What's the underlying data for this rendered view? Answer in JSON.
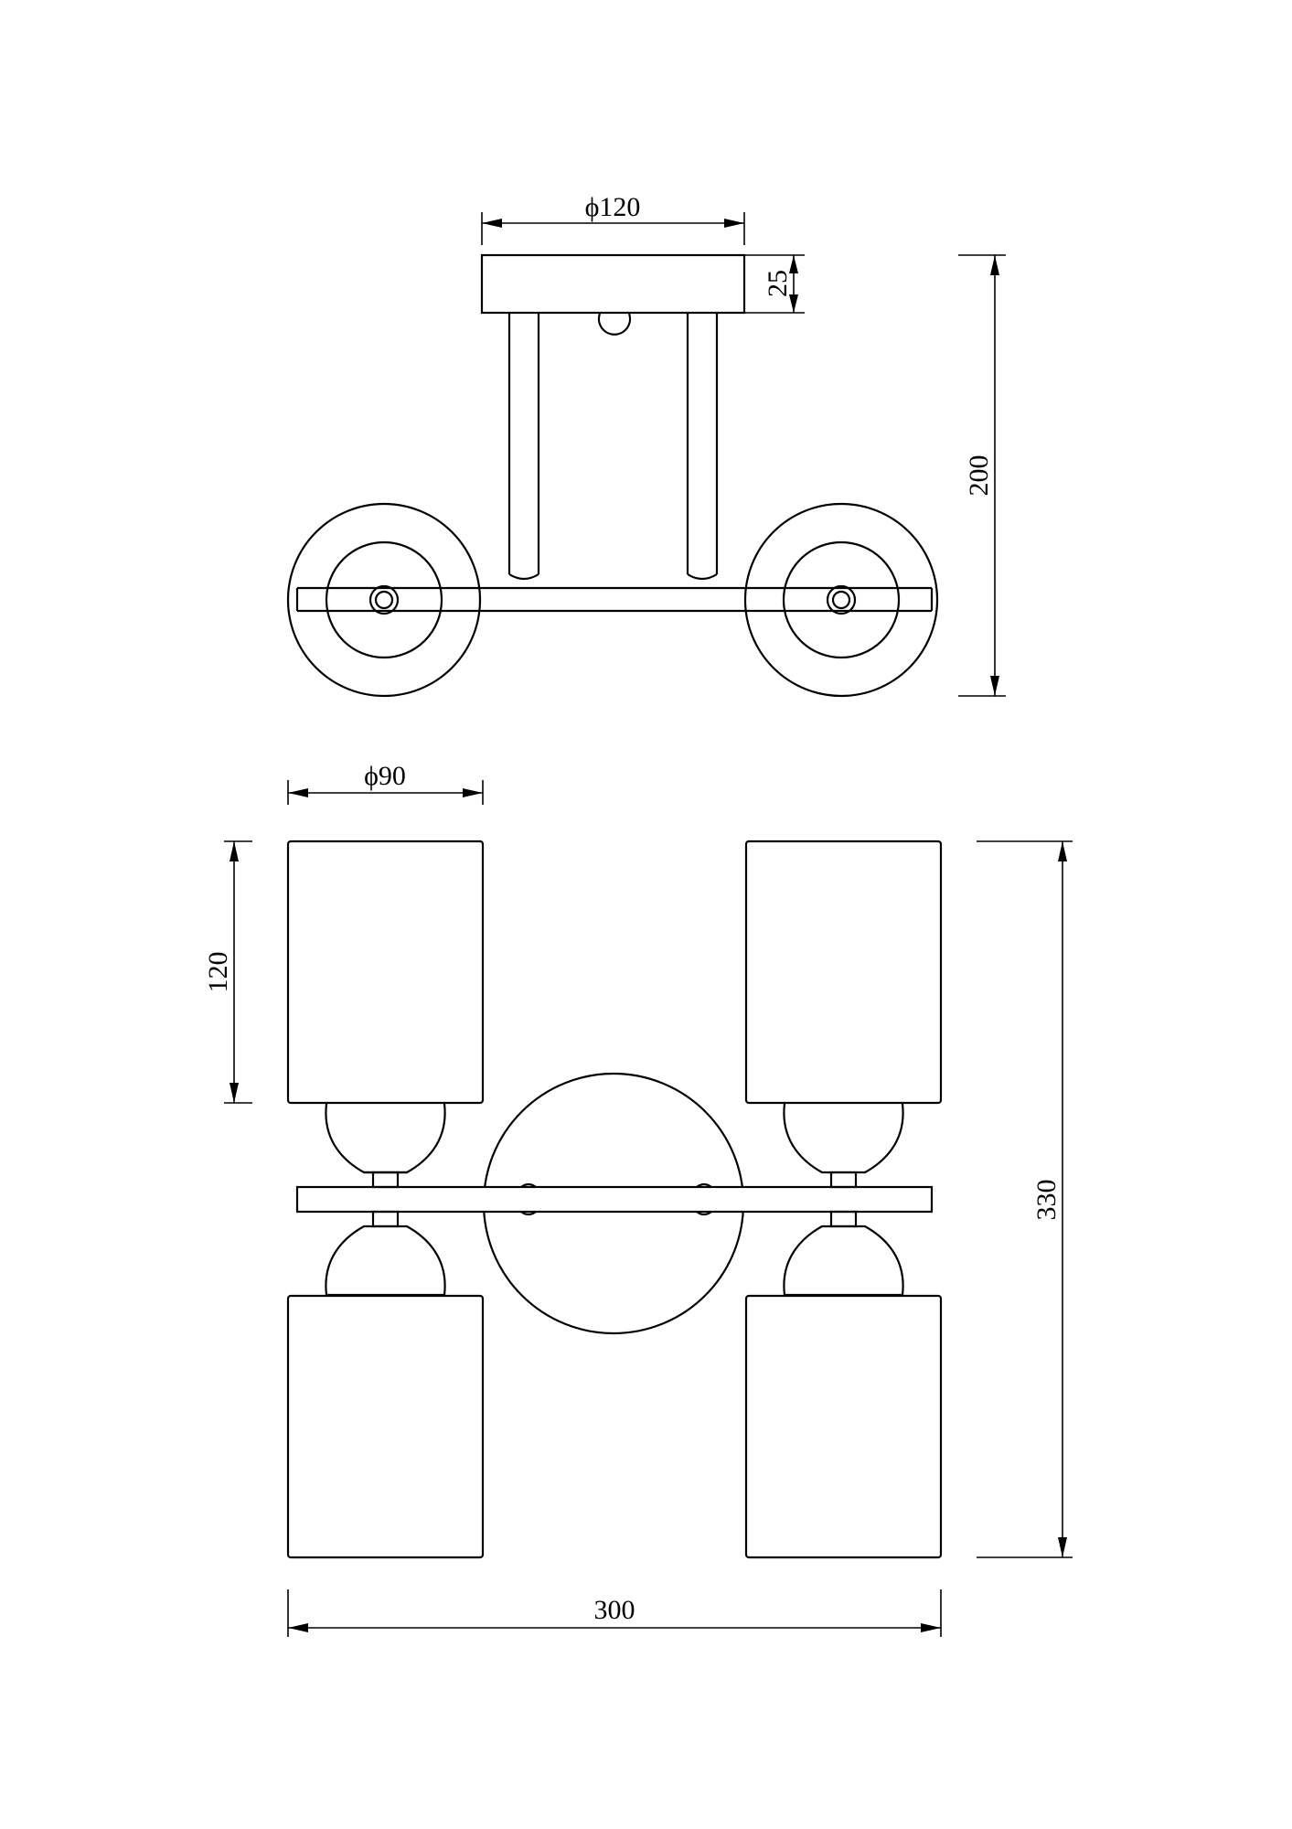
{
  "dimensions": {
    "top_width": "ϕ120",
    "plate_thickness": "25",
    "top_height": "200",
    "shade_diameter": "ϕ90",
    "shade_height": "120",
    "total_height": "330",
    "total_width": "300"
  },
  "colors": {
    "line": "#000000",
    "background": "#ffffff"
  }
}
